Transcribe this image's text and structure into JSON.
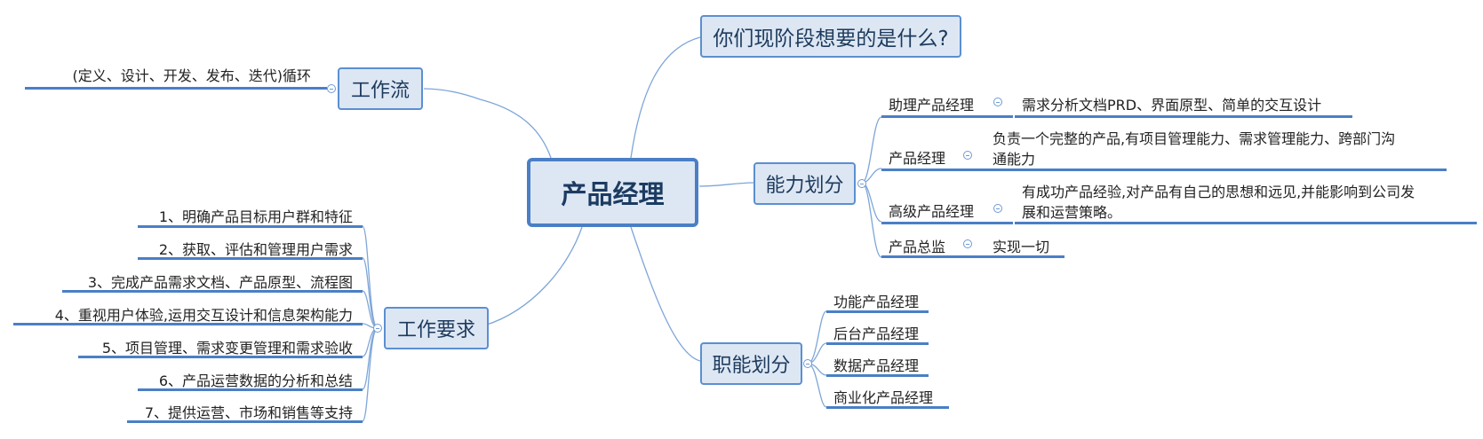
{
  "root": "产品经理",
  "question": "你们现阶段想要的是什么?",
  "workflow": {
    "label": "工作流",
    "detail": "(定义、设计、开发、发布、迭代)循环"
  },
  "capability": {
    "label": "能力划分",
    "levels": [
      {
        "title": "助理产品经理",
        "desc": [
          "需求分析文档PRD、界面原型、简单的交互设计"
        ]
      },
      {
        "title": "产品经理",
        "desc": [
          "负责一个完整的产品,有项目管理能力、需求管理能力、跨部门沟",
          "通能力"
        ]
      },
      {
        "title": "高级产品经理",
        "desc": [
          "有成功产品经验,对产品有自己的思想和远见,并能影响到公司发",
          "展和运营策略。"
        ]
      },
      {
        "title": "产品总监",
        "desc": [
          "实现一切"
        ]
      }
    ]
  },
  "requirements": {
    "label": "工作要求",
    "items": [
      "1、明确产品目标用户群和特征",
      "2、获取、评估和管理用户需求",
      "3、完成产品需求文档、产品原型、流程图",
      "4、重视用户体验,运用交互设计和信息架构能力",
      "5、项目管理、需求变更管理和需求验收",
      "6、产品运营数据的分析和总结",
      "7、提供运营、市场和销售等支持"
    ]
  },
  "functions": {
    "label": "职能划分",
    "items": [
      "功能产品经理",
      "后台产品经理",
      "数据产品经理",
      "商业化产品经理"
    ]
  }
}
